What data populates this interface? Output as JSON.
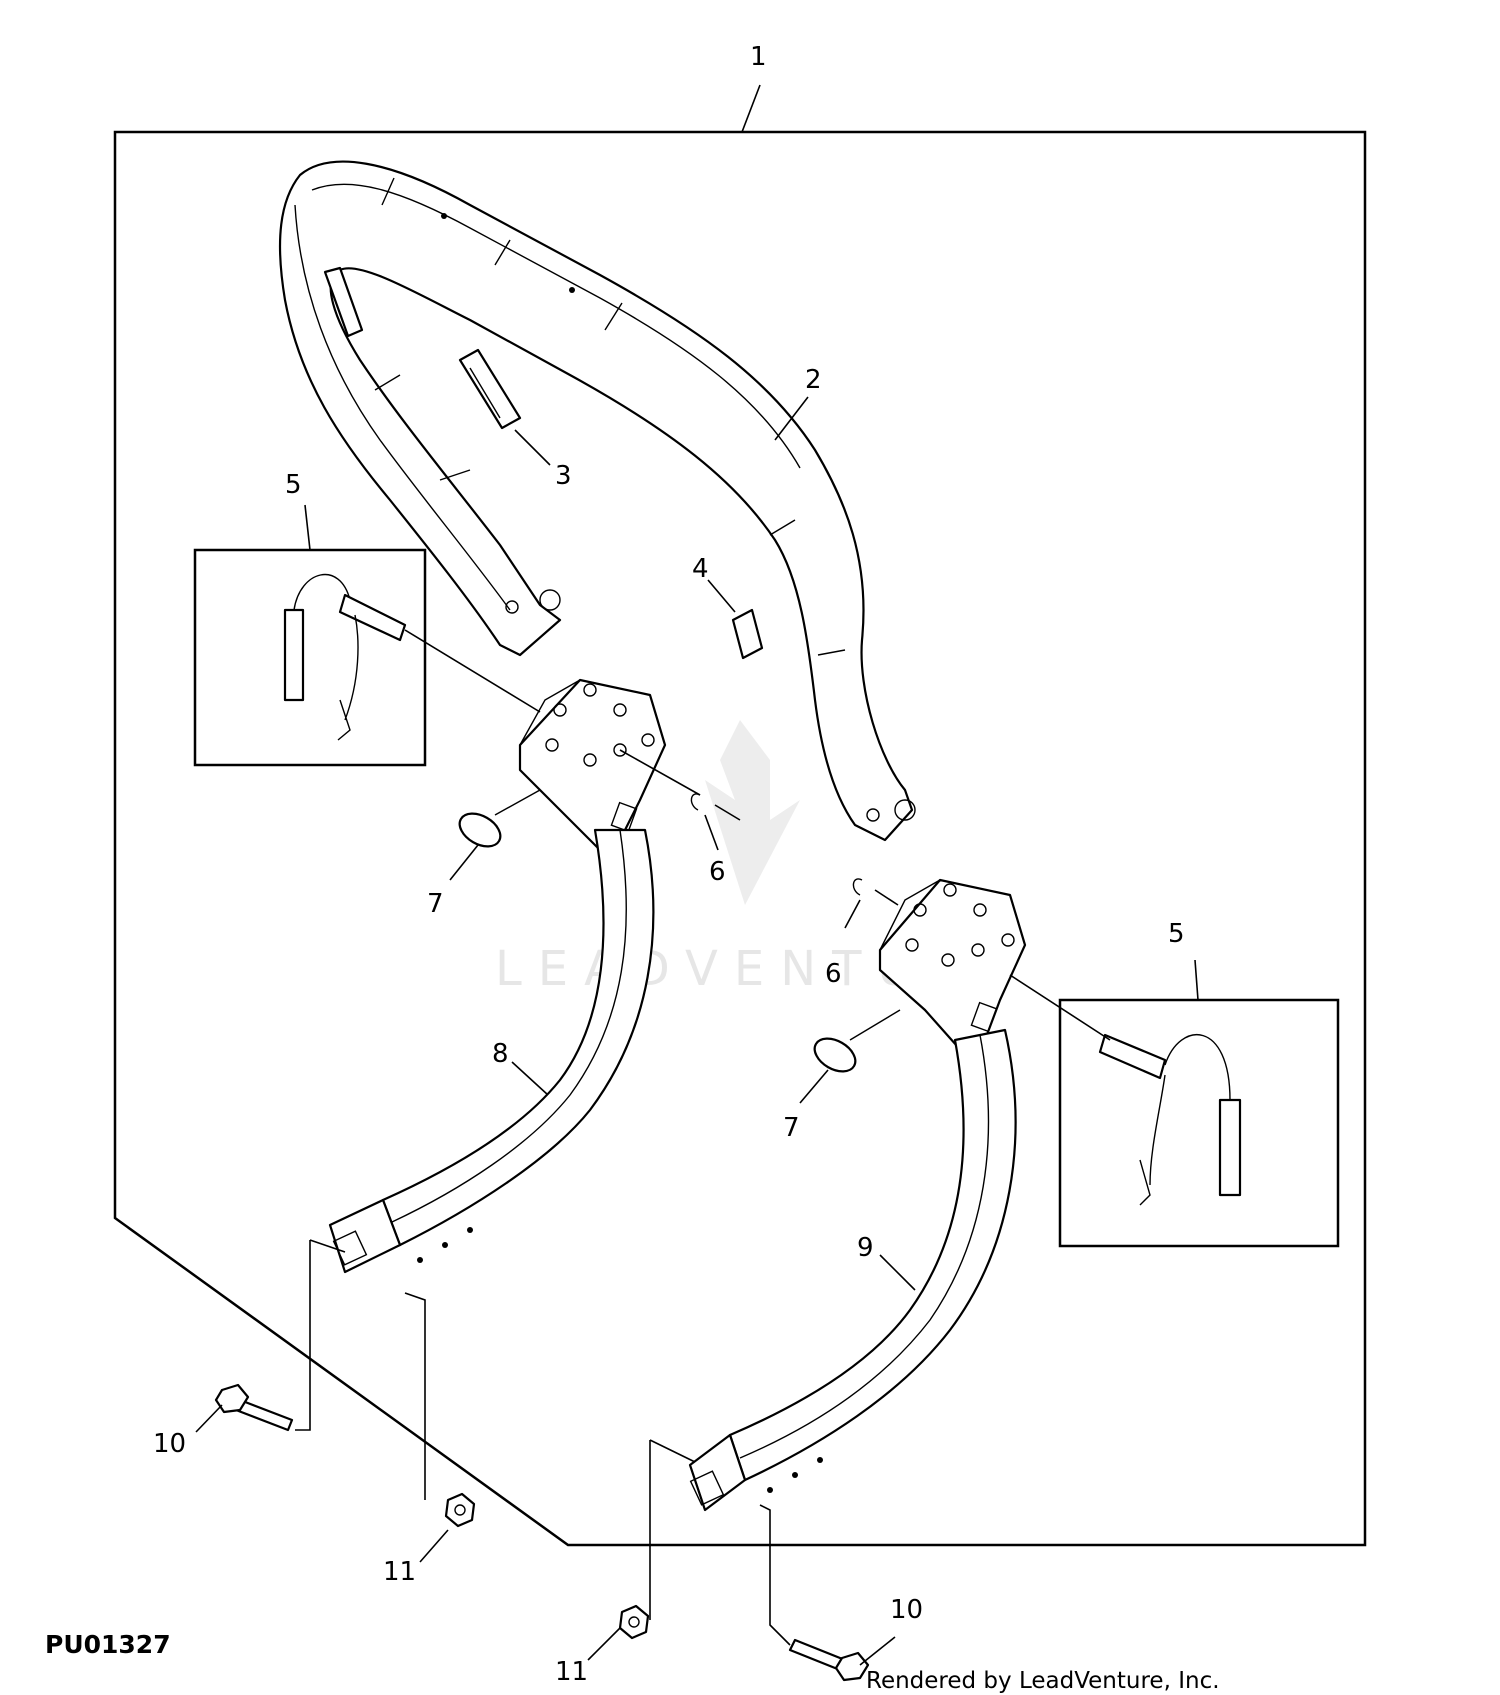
{
  "figure_code": "PU01327",
  "credit": "Rendered by LeadVenture, Inc.",
  "watermark": "LEADVENTURE",
  "callouts": {
    "c1": "1",
    "c2": "2",
    "c3": "3",
    "c4": "4",
    "c5_left": "5",
    "c5_right": "5",
    "c6_left": "6",
    "c6_right": "6",
    "c7_left": "7",
    "c7_right": "7",
    "c8": "8",
    "c9": "9",
    "c10_left": "10",
    "c10_right": "10",
    "c11_left": "11",
    "c11_right": "11"
  }
}
